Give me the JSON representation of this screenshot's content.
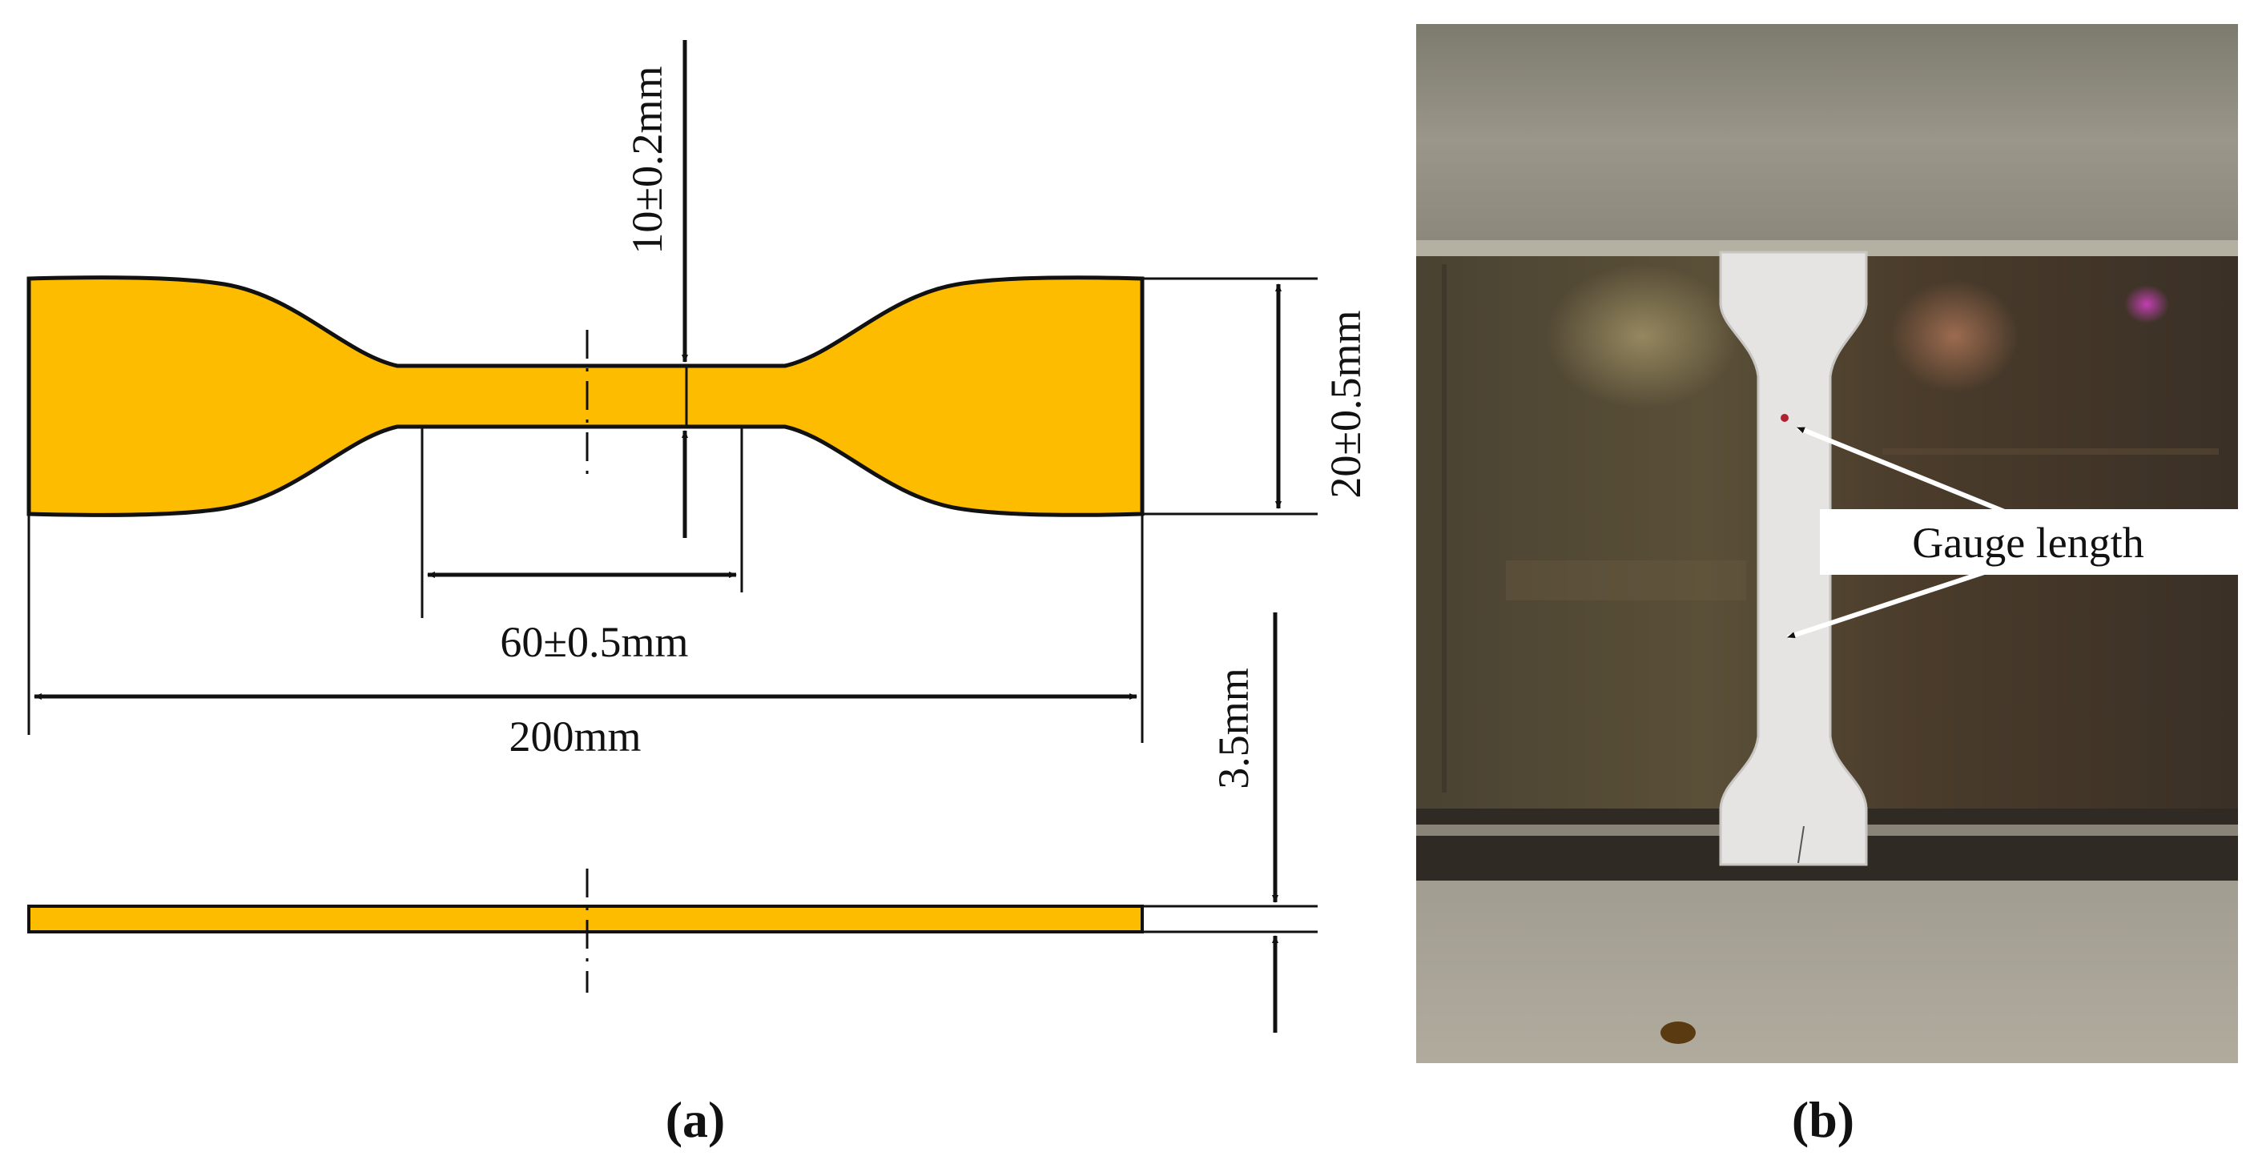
{
  "colors": {
    "specimen_fill": "#FDBC00",
    "outline": "#111111",
    "background": "#ffffff"
  },
  "panel_a": {
    "caption": "(a)",
    "dimensions": {
      "gauge_width": "10±0.2mm",
      "grip_width": "20±0.5mm",
      "gauge_length": "60±0.5mm",
      "total_length": "200mm",
      "thickness": "3.5mm"
    }
  },
  "panel_b": {
    "caption": "(b)",
    "annotation": "Gauge length"
  }
}
